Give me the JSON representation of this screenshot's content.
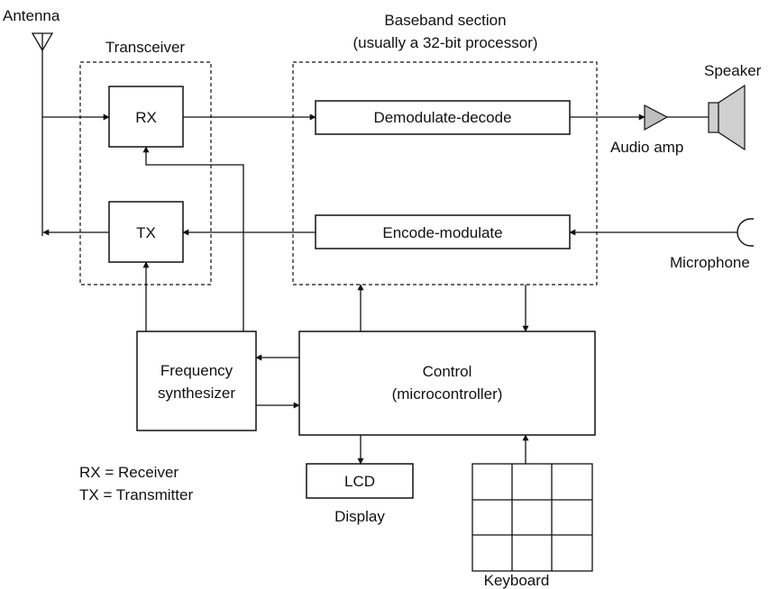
{
  "labels": {
    "antenna": "Antenna",
    "transceiver": "Transceiver",
    "baseband_line1": "Baseband section",
    "baseband_line2": "(usually a 32-bit processor)",
    "rx": "RX",
    "tx": "TX",
    "demodulate": "Demodulate-decode",
    "encode": "Encode-modulate",
    "speaker": "Speaker",
    "audio_amp": "Audio amp",
    "microphone": "Microphone",
    "freq_line1": "Frequency",
    "freq_line2": "synthesizer",
    "control_line1": "Control",
    "control_line2": "(microcontroller)",
    "lcd": "LCD",
    "display": "Display",
    "keyboard": "Keyboard",
    "legend_rx": "RX = Receiver",
    "legend_tx": "TX = Transmitter"
  },
  "colors": {
    "line": "#111111",
    "speaker_fill": "#cfcfcf",
    "amp_fill": "#bfbfbf"
  }
}
